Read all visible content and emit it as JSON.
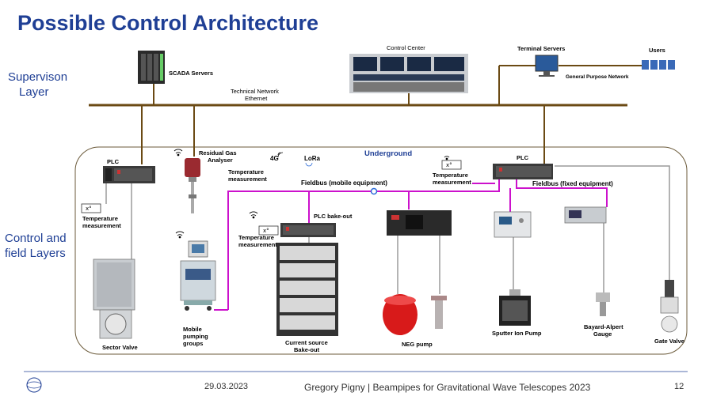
{
  "slide": {
    "title": "Possible Control Architecture",
    "layers": {
      "supervision": [
        "Supervison",
        "Layer"
      ],
      "control": [
        "Control and",
        "field Layers"
      ]
    }
  },
  "labels": {
    "scada": "SCADA Servers",
    "control_center": "Control Center",
    "terminal_servers": "Terminal Servers",
    "users": "Users",
    "general_network": "General Purpose Network",
    "technical_network": [
      "Technical Network",
      "Ethernet"
    ],
    "underground": "Underground",
    "plc": "PLC",
    "plc_right": "PLC",
    "plc_bakeout": "PLC bake-out",
    "rga": [
      "Residual Gas",
      "Analyser"
    ],
    "network_4g": "4G",
    "lora": "LoRa",
    "temp_left": [
      "Temperature",
      "measurement"
    ],
    "temp_mid": [
      "Temperature",
      "measurement"
    ],
    "temp_bake": [
      "Temperature",
      "measurement"
    ],
    "temp_right": [
      "Temperature",
      "measurement"
    ],
    "fieldbus_mobile": "Fieldbus (mobile equipment)",
    "fieldbus_fixed": "Fieldbus (fixed equipment)",
    "sector_valve": "Sector Valve",
    "mobile_pumping": [
      "Mobile",
      "pumping",
      "groups"
    ],
    "current_source": [
      "Current source",
      "Bake-out"
    ],
    "neg_pump": "NEG pump",
    "sputter_pump": "Sputter Ion Pump",
    "bayard": [
      "Bayard-Alpert",
      "Gauge"
    ],
    "gate_valve": "Gate Valve"
  },
  "footer": {
    "date": "29.03.2023",
    "presenter": "Gregory Pigny | Beampipes for Gravitational Wave Telescopes 2023",
    "page": "12"
  },
  "colors": {
    "title": "#1f3f95",
    "ethernet": "#6b4a14",
    "fieldbus": "#cc11cc",
    "cable": "#9a9a9a",
    "container": "#6b5a3a",
    "footer_line": "#1f3f95"
  }
}
